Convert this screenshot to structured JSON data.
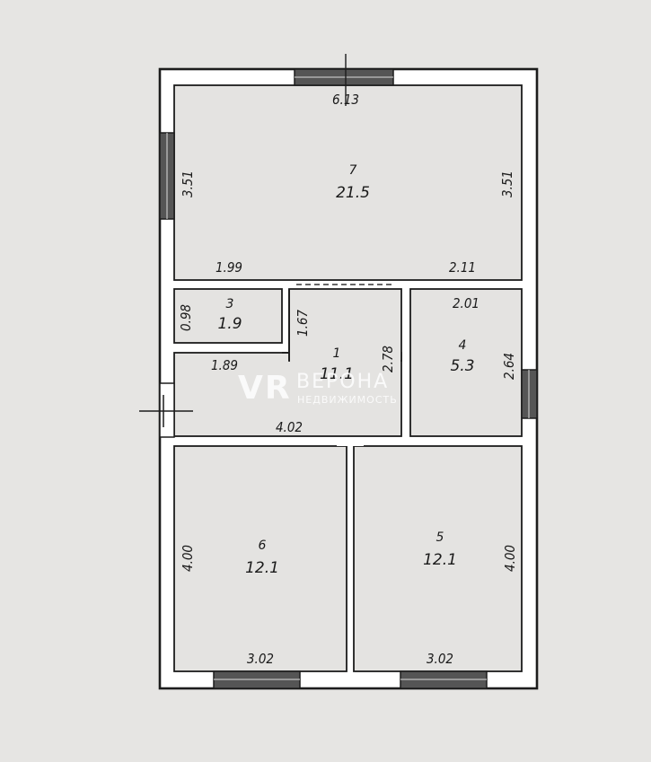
{
  "rooms": {
    "r7": {
      "num": "7",
      "area": "21.5"
    },
    "r3": {
      "num": "3",
      "area": "1.9"
    },
    "r1": {
      "num": "1",
      "area": "11.1"
    },
    "r4": {
      "num": "4",
      "area": "5.3"
    },
    "r6": {
      "num": "6",
      "area": "12.1"
    },
    "r5": {
      "num": "5",
      "area": "12.1"
    }
  },
  "dims": {
    "top_width": "6.13",
    "r7_left": "3.51",
    "r7_right": "3.51",
    "r7_bottom_left": "1.99",
    "r7_bottom_right": "2.11",
    "r3_height": "0.98",
    "r3_partition": "1.67",
    "r1_width": "1.89",
    "r1_height": "2.78",
    "r4_width": "2.01",
    "r4_height": "2.64",
    "corridor_width": "4.02",
    "r6_height": "4.00",
    "r6_width": "3.02",
    "r5_height": "4.00",
    "r5_width": "3.02"
  },
  "watermark": {
    "logo": "VR",
    "name": "ВЕРОНА",
    "sub": "НЕДВИЖИМОСТЬ"
  }
}
